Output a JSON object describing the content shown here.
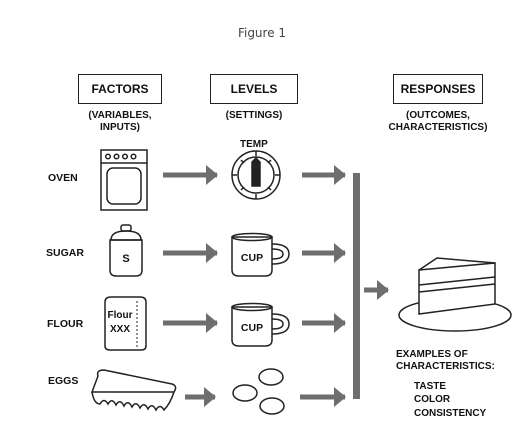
{
  "figure_title": "Figure 1",
  "headers": {
    "factors": {
      "title": "FACTORS",
      "subtitle": "(VARIABLES,\nINPUTS)"
    },
    "levels": {
      "title": "LEVELS",
      "subtitle": "(SETTINGS)"
    },
    "responses": {
      "title": "RESPONSES",
      "subtitle": "(OUTCOMES,\nCHARACTERISTICS)"
    }
  },
  "rows": [
    {
      "factor": "OVEN",
      "level_label": "TEMP"
    },
    {
      "factor": "SUGAR",
      "jar_label": "S",
      "level_label": "CUP"
    },
    {
      "factor": "FLOUR",
      "bag_label_1": "Flour",
      "bag_label_2": "XXX",
      "level_label": "CUP"
    },
    {
      "factor": "EGGS"
    }
  ],
  "examples": {
    "heading": "EXAMPLES OF\nCHARACTERISTICS:",
    "items": [
      "TASTE",
      "COLOR",
      "CONSISTENCY"
    ]
  },
  "colors": {
    "arrow": "#6e6e6e",
    "line": "#222222"
  }
}
